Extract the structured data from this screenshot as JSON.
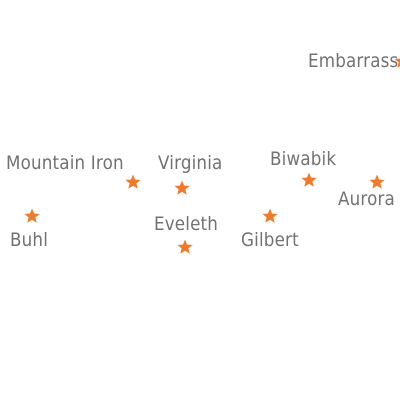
{
  "map": {
    "marker_color": "#f07a2a",
    "label_color": "#707173",
    "marker_icon": "star-icon",
    "cities": [
      {
        "id": "embarrass",
        "name": "Embarrass"
      },
      {
        "id": "mountain-iron",
        "name": "Mountain Iron"
      },
      {
        "id": "virginia",
        "name": "Virginia"
      },
      {
        "id": "biwabik",
        "name": "Biwabik"
      },
      {
        "id": "aurora",
        "name": "Aurora"
      },
      {
        "id": "buhl",
        "name": "Buhl"
      },
      {
        "id": "eveleth",
        "name": "Eveleth"
      },
      {
        "id": "gilbert",
        "name": "Gilbert"
      }
    ]
  }
}
